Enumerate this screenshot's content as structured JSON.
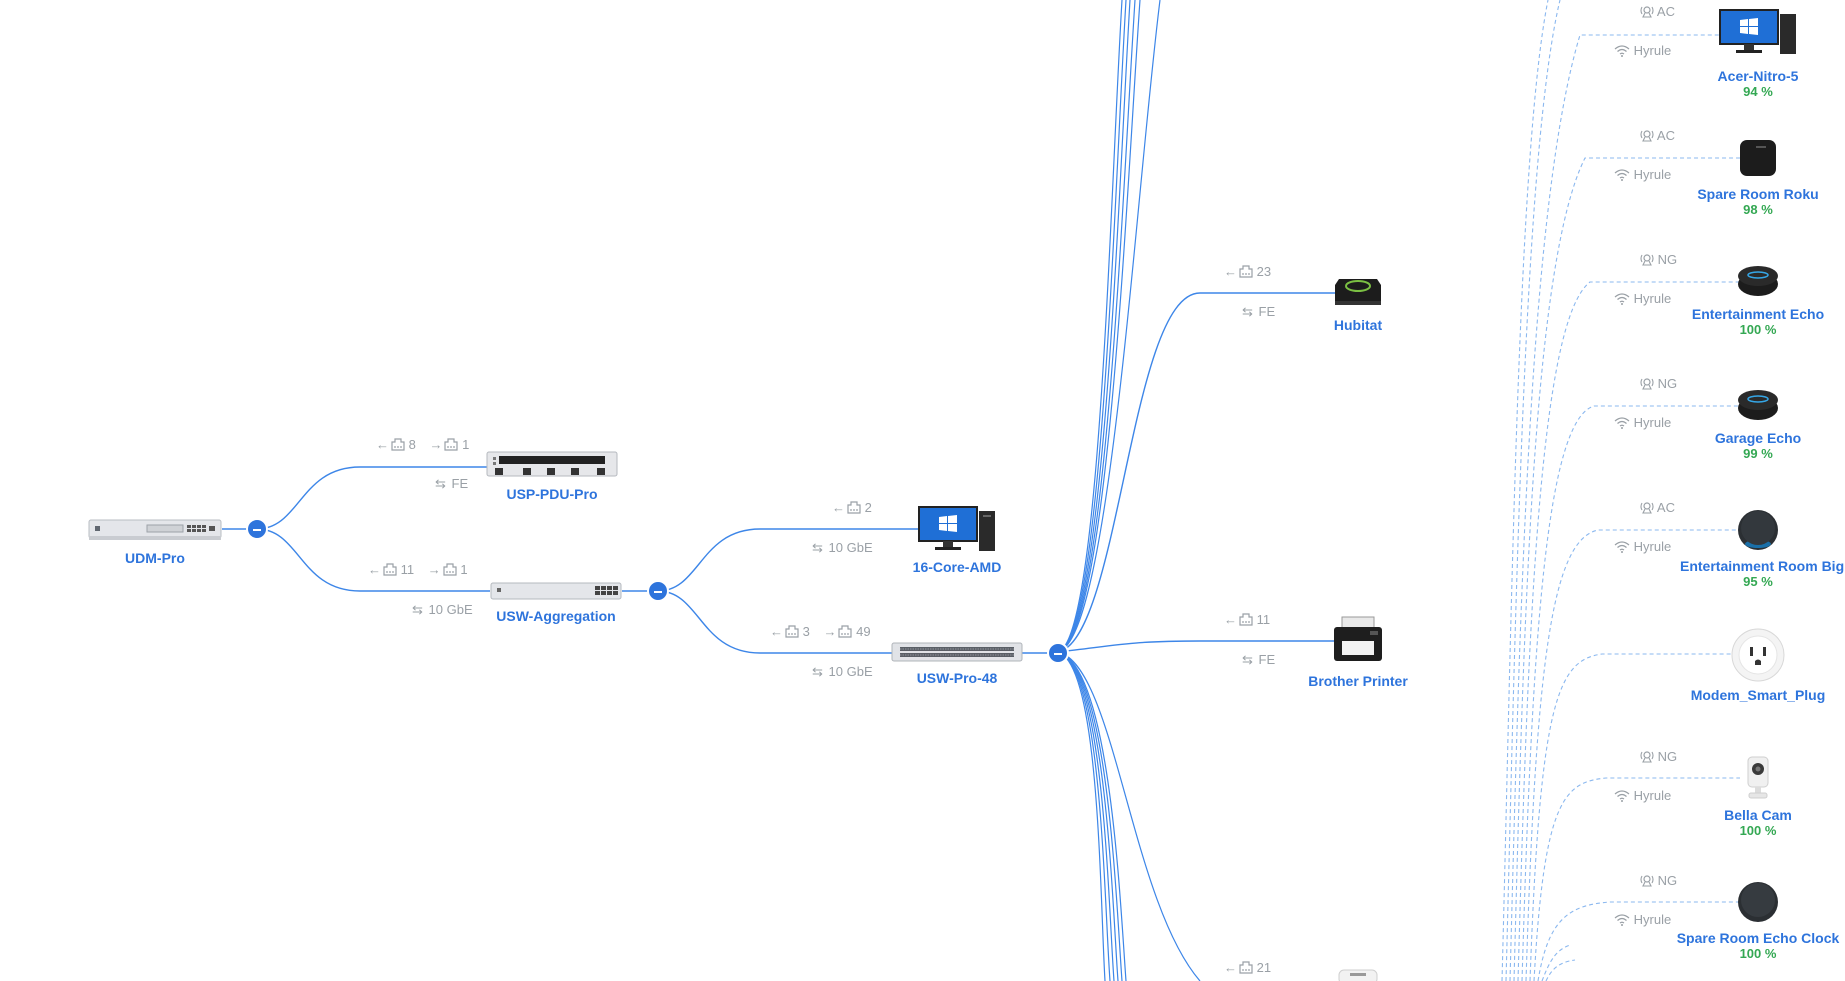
{
  "topology": {
    "nodes": {
      "udm_pro": {
        "name": "UDM-Pro"
      },
      "pdu": {
        "name": "USP-PDU-Pro",
        "uplink_port": "8",
        "downlink_port": "1",
        "speed": "FE"
      },
      "aggregation": {
        "name": "USW-Aggregation",
        "uplink_port": "11",
        "downlink_port": "1",
        "speed": "10 GbE"
      },
      "amd": {
        "name": "16-Core-AMD",
        "uplink_port": "2",
        "speed": "10 GbE"
      },
      "pro48": {
        "name": "USW-Pro-48",
        "uplink_port": "3",
        "downlink_port": "49",
        "speed": "10 GbE"
      },
      "hubitat": {
        "name": "Hubitat",
        "uplink_port": "23",
        "speed": "FE"
      },
      "printer": {
        "name": "Brother Printer",
        "uplink_port": "11",
        "speed": "FE"
      },
      "bottom_partial": {
        "uplink_port": "21"
      }
    },
    "wireless_clients": [
      {
        "name": "Acer-Nitro-5",
        "ap": "AC",
        "ssid": "Hyrule",
        "signal": "94 %"
      },
      {
        "name": "Spare Room Roku",
        "ap": "AC",
        "ssid": "Hyrule",
        "signal": "98 %"
      },
      {
        "name": "Entertainment Echo",
        "ap": "NG",
        "ssid": "Hyrule",
        "signal": "100 %"
      },
      {
        "name": "Garage Echo",
        "ap": "NG",
        "ssid": "Hyrule",
        "signal": "99 %"
      },
      {
        "name": "Entertainment Room Big Amazon",
        "ap": "AC",
        "ssid": "Hyrule",
        "signal": "95 %"
      },
      {
        "name": "Modem_Smart_Plug"
      },
      {
        "name": "Bella Cam",
        "ap": "NG",
        "ssid": "Hyrule",
        "signal": "100 %"
      },
      {
        "name": "Spare Room Echo Clock",
        "ap": "NG",
        "ssid": "Hyrule",
        "signal": "100 %"
      }
    ],
    "colors": {
      "link": "#2e74dc",
      "link_light": "#7fb0ee",
      "label": "#2e74dc",
      "signal_good": "#34a853",
      "muted": "#9aa0a6"
    },
    "icons": {
      "uplink": "arrow-left-icon",
      "downlink": "arrow-right-icon",
      "port": "ethernet-port-icon",
      "speed": "swap-arrows-icon",
      "wifi": "wifi-icon",
      "access_point": "access-point-icon",
      "collapse": "minus-circle-icon"
    }
  }
}
